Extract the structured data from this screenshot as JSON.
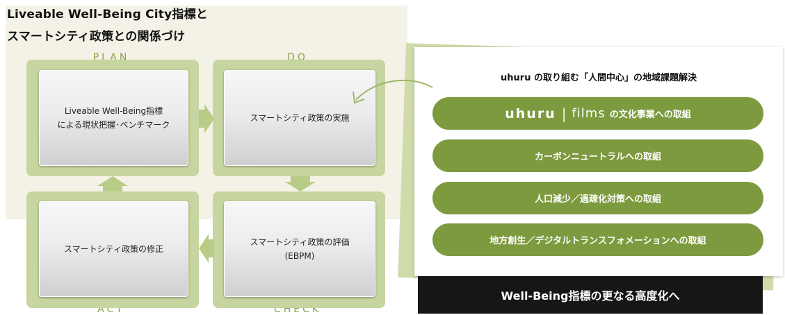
{
  "title": {
    "line1": "Liveable Well-Being City指標と",
    "line2": "スマートシティ政策との関係づけ"
  },
  "cycle": {
    "plan_label": "PLAN",
    "do_label": "DO",
    "check_label": "CHECK",
    "act_label": "ACT",
    "plan_text_1": "Liveable Well-Being指標",
    "plan_text_2": "による現状把握･ベンチマーク",
    "do_text": "スマートシティ政策の実施",
    "check_text_1": "スマートシティ政策の評価",
    "check_text_2": "(EBPM)",
    "act_text": "スマートシティ政策の修正"
  },
  "uhuru_panel": {
    "title": "uhuru の取り組む「人間中心」の地域課題解決",
    "films_brand_1": "uhuru",
    "films_sep": "|",
    "films_brand_2": "films",
    "films_suffix": "の文化事業への取組",
    "item_carbon": "カーボンニュートラルへの取組",
    "item_population": "人口減少／過疎化対策への取組",
    "item_regional": "地方創生／デジタルトランスフォメーションへの取組"
  },
  "banner": "Well-Being指標の更なる高度化へ",
  "colors": {
    "accent_green": "#7d9a3f",
    "quad_green": "#c7d5a0",
    "label_green": "#8ca04a",
    "banner_black": "#161616",
    "panel_beige": "#f4f2e7"
  }
}
